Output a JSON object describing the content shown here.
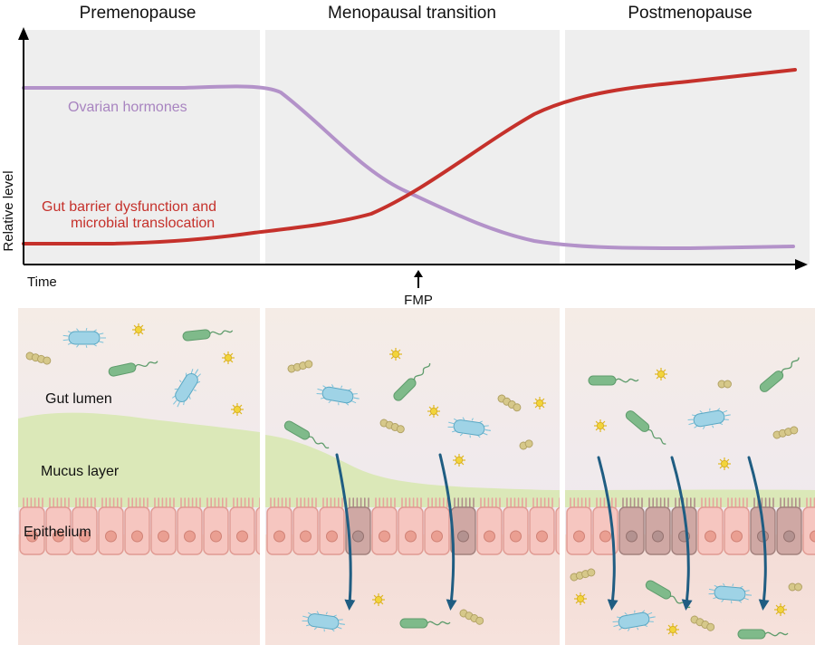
{
  "stages": [
    {
      "label": "Premenopause"
    },
    {
      "label": "Menopausal transition"
    },
    {
      "label": "Postmenopause"
    }
  ],
  "axes": {
    "y_label": "Relative level",
    "x_label": "Time"
  },
  "curves": {
    "hormones": {
      "label": "Ovarian hormones",
      "color": "#b392c9"
    },
    "barrier": {
      "label_line1": "Gut barrier dysfunction and",
      "label_line2": "microbial translocation",
      "color": "#c5312b"
    }
  },
  "marker": {
    "label": "FMP"
  },
  "layers": {
    "lumen": "Gut lumen",
    "mucus": "Mucus layer",
    "epithelium": "Epithelium"
  },
  "colors": {
    "panel_bg": "#eeeeee",
    "mucus": "#dbe8b8",
    "cell": "#f6c6c0",
    "cell_damaged": "#cfa8a4",
    "arrow": "#1f5d82",
    "bacteria_blue": "#9fd3e6",
    "bacteria_green": "#7fba8a",
    "cocci": "#d6c88a",
    "star": "#f2d43a"
  },
  "icons": [
    "rod-bacterium-icon",
    "flagellated-bacterium-icon",
    "cocci-chain-icon",
    "small-star-icon",
    "translocation-arrow-icon"
  ]
}
